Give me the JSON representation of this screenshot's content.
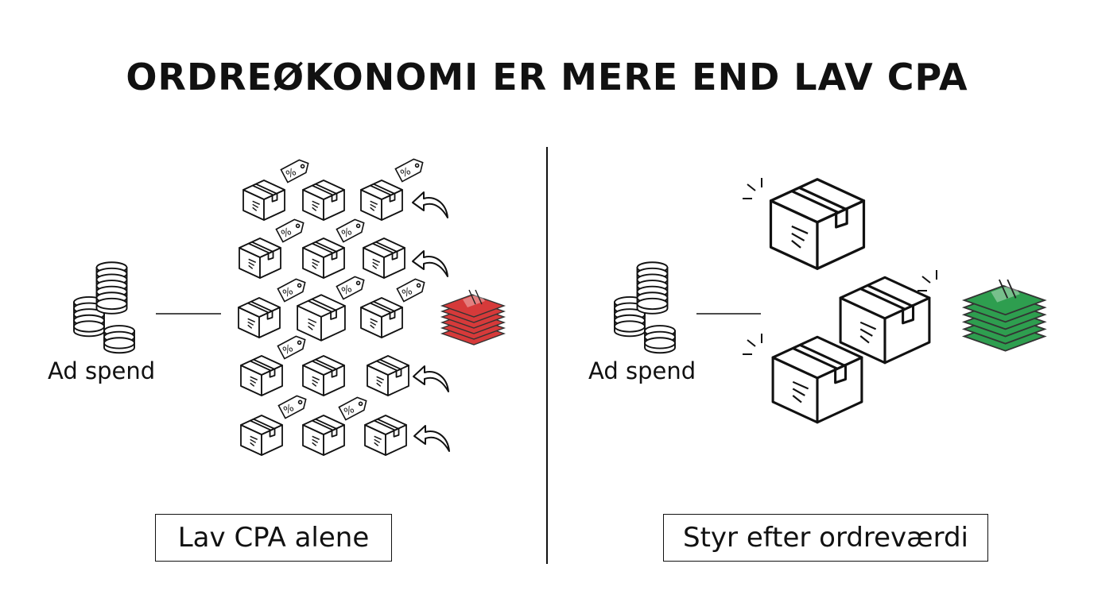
{
  "title": "ORDREØKONOMI ER MERE END LAV CPA",
  "colors": {
    "ink": "#111111",
    "background": "#ffffff",
    "loss_money": "#d63a3a",
    "gain_money": "#2e9e4f"
  },
  "left_panel": {
    "spend_label": "Ad spend",
    "spend_icon": "coin-stack-icon",
    "orders_icon": "small-box-icon",
    "discount_icon": "percent-tag-icon",
    "return_icon": "return-arrow-icon",
    "result_icon": "red-cash-stack-icon",
    "caption": "Lav CPA alene"
  },
  "right_panel": {
    "spend_label": "Ad spend",
    "spend_icon": "coin-stack-icon",
    "orders_icon": "large-box-icon",
    "result_icon": "green-cash-stack-icon",
    "caption": "Styr efter ordreværdi"
  }
}
